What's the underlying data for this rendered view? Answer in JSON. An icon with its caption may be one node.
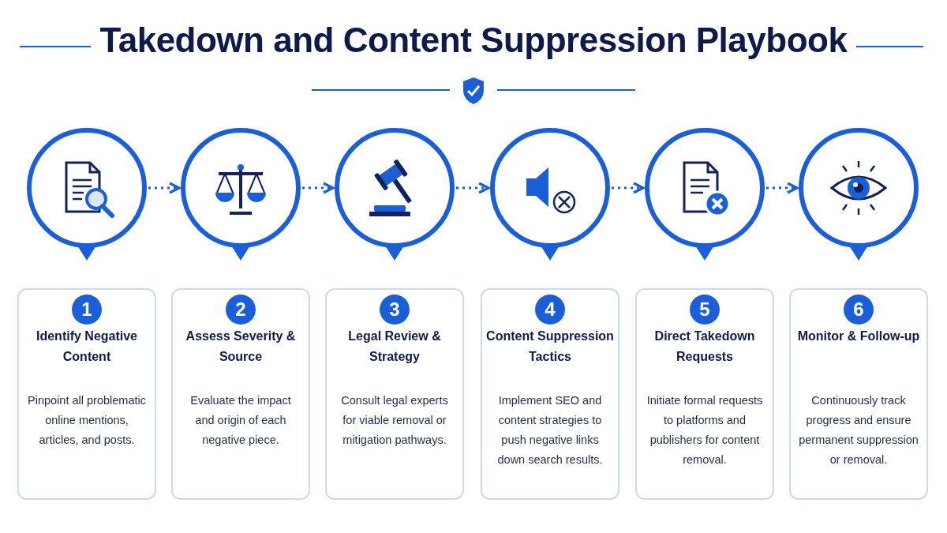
{
  "diagram": {
    "title": "Takedown and Content Suppression Playbook",
    "nodes": [
      {
        "text": [],
        "shape": "circle"
      },
      {
        "text": [],
        "shape": "circle"
      },
      {
        "text": [],
        "shape": "circle"
      },
      {
        "text": [],
        "shape": "circle"
      },
      {
        "text": [],
        "shape": "circle"
      },
      {
        "text": [],
        "shape": "circle"
      },
      {
        "text": [
          "1",
          "Identify Negative Content",
          "Pinpoint all problematic online mentions, articles, and posts."
        ]
      },
      {
        "text": [
          "2",
          "Assess Severity & Source",
          "Evaluate the impact and origin of each negative piece."
        ]
      },
      {
        "text": [
          "3",
          "Legal Review & Strategy",
          "Consult legal experts for viable removal or mitigation pathways."
        ]
      },
      {
        "text": [
          "4",
          "Content Suppression Tactics",
          "Implement SEO and content strategies to push negative links down search results."
        ]
      },
      {
        "text": [
          "5",
          "Direct Takedown Requests",
          "Initiate formal requests to platforms and publishers for content removal."
        ]
      },
      {
        "text": [
          "6",
          "Monitor & Follow-up",
          "Continuously track progress and ensure permanent suppression or removal."
        ]
      }
    ],
    "edges": [
      {
        "from": 0,
        "to": 1,
        "arrow": "to",
        "style": "dashed"
      },
      {
        "from": 1,
        "to": 2,
        "arrow": "to",
        "style": "dashed"
      },
      {
        "from": 2,
        "to": 3,
        "arrow": "to",
        "style": "dashed"
      },
      {
        "from": 3,
        "to": 4,
        "arrow": "to",
        "style": "dashed"
      },
      {
        "from": 4,
        "to": 5,
        "arrow": "to",
        "style": "dashed"
      }
    ]
  }
}
